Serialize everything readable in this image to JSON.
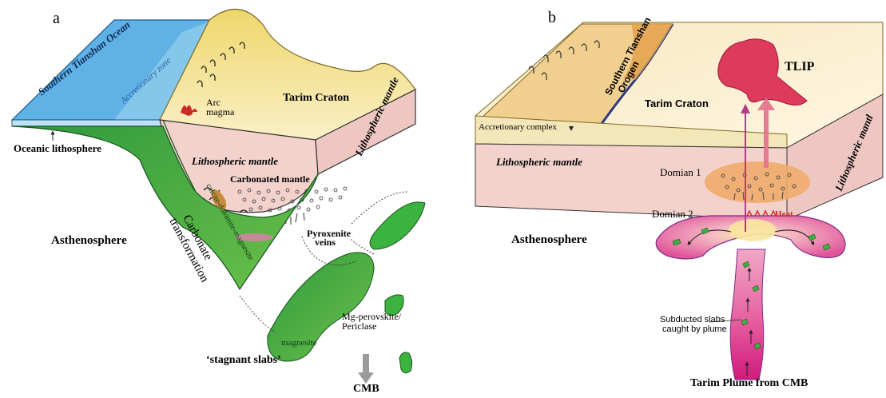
{
  "panel_a": {
    "letter": "a",
    "ocean": "Southern Tianshan Ocean",
    "accretionary_zone": "Accretionary zone",
    "tarim_craton": "Tarim Craton",
    "arc_magma_1": "Arc",
    "arc_magma_2": "magma",
    "lithospheric_mantle_top": "Lithospheric mantle",
    "lithospheric_mantle_side": "Lithospheric mantle",
    "oceanic_lithosphere": "Oceanic lithosphere",
    "carbonated_mantle": "Carbonated mantle",
    "slab_minerals": "calcite-dolomite-magnesite",
    "carbonate_transformation_1": "Carbonate",
    "carbonate_transformation_2": "transformation",
    "asthenosphere": "Asthenosphere",
    "pyroxenite_veins_1": "Pyroxenite",
    "pyroxenite_veins_2": "veins",
    "magnesite": "magnesite",
    "mg_perovskite_1": "Mg-perovskite/",
    "mg_perovskite_2": "Periclase",
    "stagnant_slabs": "‘stagnant slabs’",
    "cmb": "CMB"
  },
  "panel_b": {
    "letter": "b",
    "orogen_1": "Southern Tianshan",
    "orogen_2": "Orogen",
    "tarim_craton": "Tarim Craton",
    "tlip": "TLIP",
    "accretionary_complex": "Accretionary complex",
    "lithospheric_mantle_front": "Lithospheric mantle",
    "lithospheric_mantle_side": "Lithospheric mantl",
    "domain_1": "Domian 1",
    "domain_2": "Domian 2",
    "heat": "Heat",
    "asthenosphere": "Asthenosphere",
    "subducted_slabs_1": "Subducted slabs",
    "subducted_slabs_2": "caught by plume",
    "plume": "Tarim Plume from CMB"
  },
  "colors": {
    "ocean_blue": "#5fb1e6",
    "craton_yellow": "#f3e392",
    "mantle_pink": "#f3d2cc",
    "slab_green": "#39ad3c",
    "plume_magenta": "#dc2a86",
    "tlip_red": "#dd3a5c",
    "domain_orange": "#efac6c"
  }
}
